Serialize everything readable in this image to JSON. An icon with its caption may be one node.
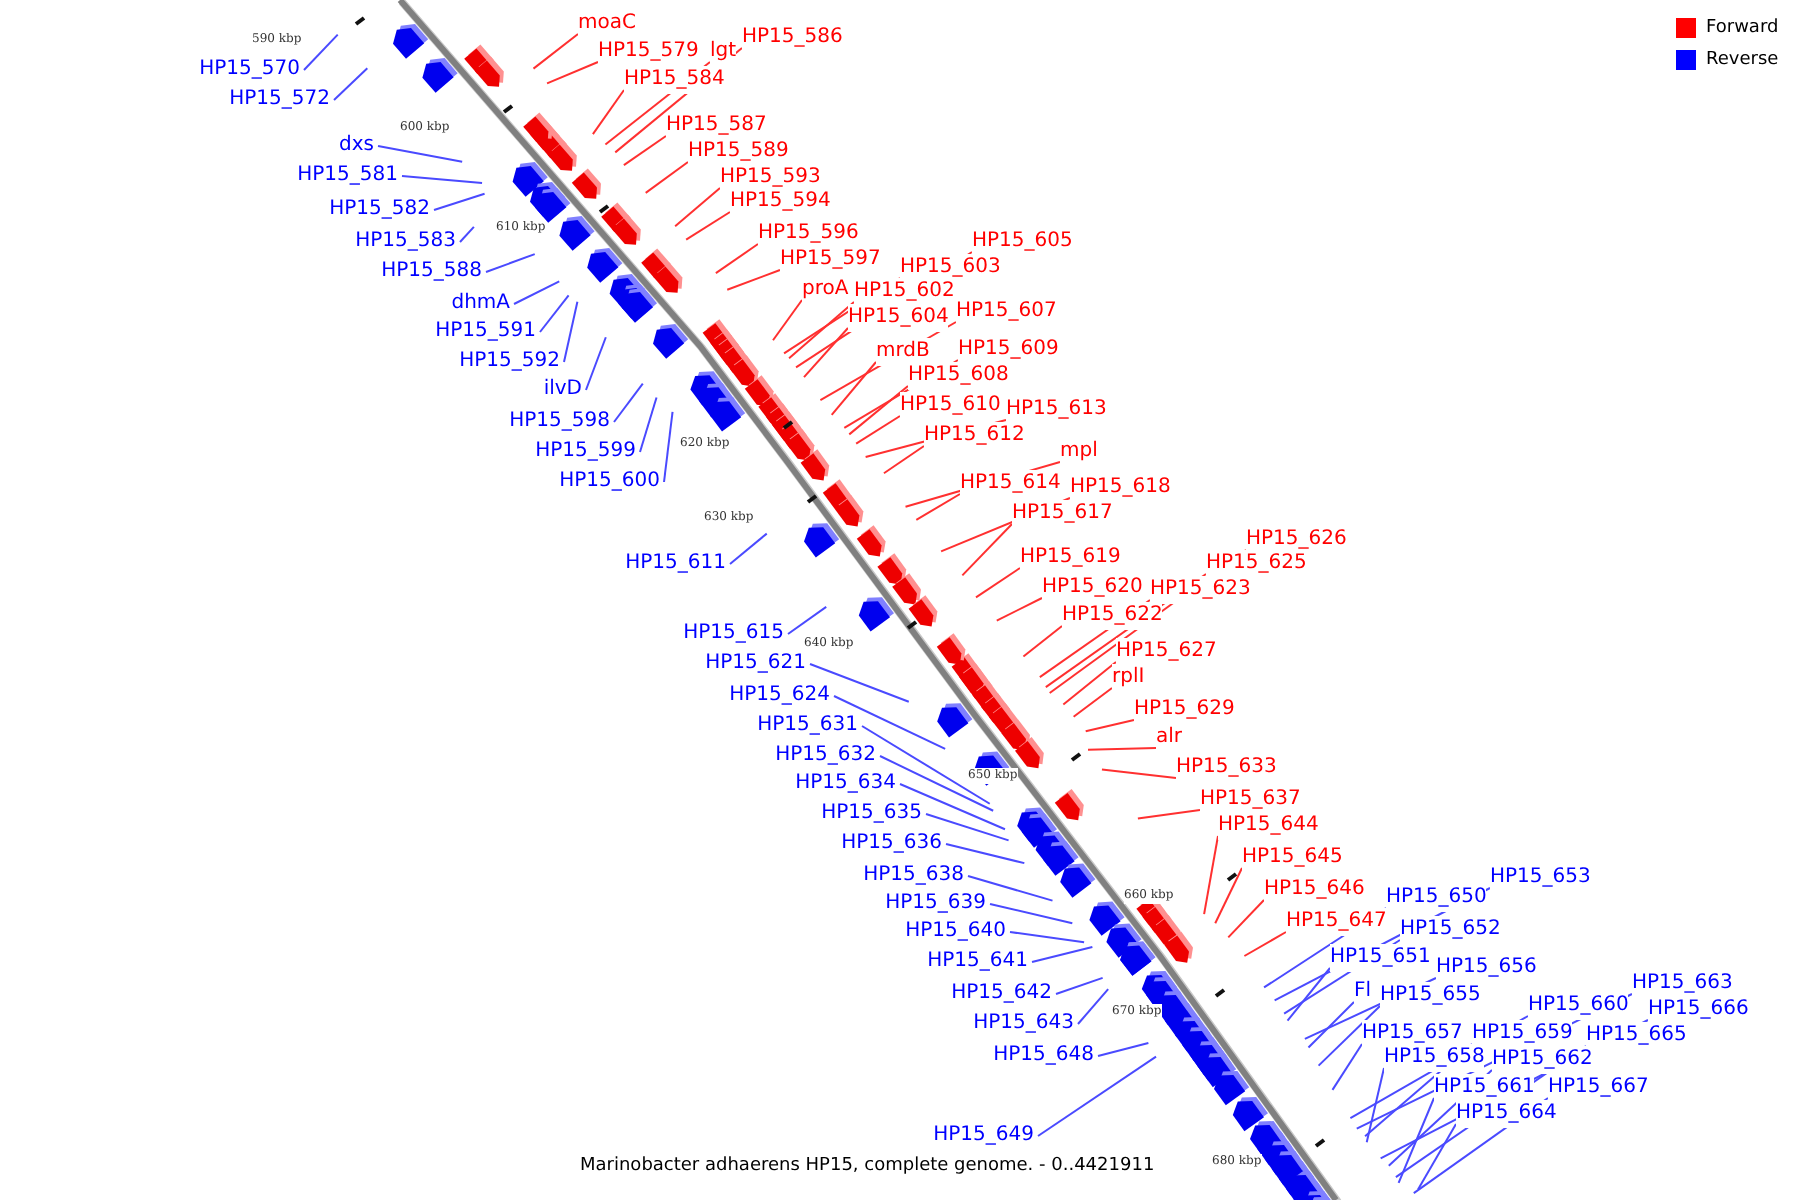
{
  "diagram": {
    "caption": "Marinobacter adhaerens HP15, complete genome. - 0..4421911",
    "nodes": [
      {
        "text": [
          "moaC"
        ]
      },
      {
        "text": [
          "HP15_579"
        ]
      },
      {
        "text": [
          "lgt"
        ]
      },
      {
        "text": [
          "HP15_586"
        ]
      },
      {
        "text": [
          "HP15_584"
        ]
      },
      {
        "text": [
          "HP15_587"
        ]
      },
      {
        "text": [
          "HP15_589"
        ]
      },
      {
        "text": [
          "HP15_593"
        ]
      },
      {
        "text": [
          "HP15_594"
        ]
      },
      {
        "text": [
          "HP15_596"
        ]
      },
      {
        "text": [
          "HP15_597"
        ]
      },
      {
        "text": [
          "proA"
        ]
      },
      {
        "text": [
          "HP15_603"
        ]
      },
      {
        "text": [
          "HP15_602"
        ]
      },
      {
        "text": [
          "HP15_605"
        ]
      },
      {
        "text": [
          "HP15_604"
        ]
      },
      {
        "text": [
          "HP15_607"
        ]
      },
      {
        "text": [
          "mrdB"
        ]
      },
      {
        "text": [
          "HP15_609"
        ]
      },
      {
        "text": [
          "HP15_608"
        ]
      },
      {
        "text": [
          "HP15_610"
        ]
      },
      {
        "text": [
          "HP15_613"
        ]
      },
      {
        "text": [
          "HP15_612"
        ]
      },
      {
        "text": [
          "mpl"
        ]
      },
      {
        "text": [
          "HP15_614"
        ]
      },
      {
        "text": [
          "HP15_618"
        ]
      },
      {
        "text": [
          "HP15_617"
        ]
      },
      {
        "text": [
          "HP15_619"
        ]
      },
      {
        "text": [
          "HP15_620"
        ]
      },
      {
        "text": [
          "HP15_623"
        ]
      },
      {
        "text": [
          "HP15_626"
        ]
      },
      {
        "text": [
          "HP15_625"
        ]
      },
      {
        "text": [
          "HP15_622"
        ]
      },
      {
        "text": [
          "HP15_627"
        ]
      },
      {
        "text": [
          "rplI"
        ]
      },
      {
        "text": [
          "HP15_629"
        ]
      },
      {
        "text": [
          "alr"
        ]
      },
      {
        "text": [
          "HP15_633"
        ]
      },
      {
        "text": [
          "HP15_637"
        ]
      },
      {
        "text": [
          "HP15_644"
        ]
      },
      {
        "text": [
          "HP15_645"
        ]
      },
      {
        "text": [
          "HP15_646"
        ]
      },
      {
        "text": [
          "HP15_647"
        ]
      },
      {
        "text": [
          "HP15_570"
        ]
      },
      {
        "text": [
          "HP15_572"
        ]
      },
      {
        "text": [
          "dxs"
        ]
      },
      {
        "text": [
          "HP15_581"
        ]
      },
      {
        "text": [
          "HP15_582"
        ]
      },
      {
        "text": [
          "HP15_583"
        ]
      },
      {
        "text": [
          "HP15_588"
        ]
      },
      {
        "text": [
          "dhmA"
        ]
      },
      {
        "text": [
          "HP15_591"
        ]
      },
      {
        "text": [
          "HP15_592"
        ]
      },
      {
        "text": [
          "ilvD"
        ]
      },
      {
        "text": [
          "HP15_598"
        ]
      },
      {
        "text": [
          "HP15_599"
        ]
      },
      {
        "text": [
          "HP15_600"
        ]
      },
      {
        "text": [
          "HP15_611"
        ]
      },
      {
        "text": [
          "HP15_615"
        ]
      },
      {
        "text": [
          "HP15_621"
        ]
      },
      {
        "text": [
          "HP15_624"
        ]
      },
      {
        "text": [
          "HP15_631"
        ]
      },
      {
        "text": [
          "HP15_632"
        ]
      },
      {
        "text": [
          "HP15_634"
        ]
      },
      {
        "text": [
          "HP15_635"
        ]
      },
      {
        "text": [
          "HP15_636"
        ]
      },
      {
        "text": [
          "HP15_638"
        ]
      },
      {
        "text": [
          "HP15_639"
        ]
      },
      {
        "text": [
          "HP15_640"
        ]
      },
      {
        "text": [
          "HP15_641"
        ]
      },
      {
        "text": [
          "HP15_642"
        ]
      },
      {
        "text": [
          "HP15_643"
        ]
      },
      {
        "text": [
          "HP15_648"
        ]
      },
      {
        "text": [
          "HP15_649"
        ]
      },
      {
        "text": [
          "HP15_653"
        ]
      },
      {
        "text": [
          "HP15_650"
        ]
      },
      {
        "text": [
          "HP15_652"
        ]
      },
      {
        "text": [
          "HP15_651"
        ]
      },
      {
        "text": [
          "HP15_656"
        ]
      },
      {
        "text": [
          "Fl"
        ]
      },
      {
        "text": [
          "HP15_655"
        ]
      },
      {
        "text": [
          "HP15_663"
        ]
      },
      {
        "text": [
          "HP15_660"
        ]
      },
      {
        "text": [
          "HP15_666"
        ]
      },
      {
        "text": [
          "HP15_659"
        ]
      },
      {
        "text": [
          "HP15_657"
        ]
      },
      {
        "text": [
          "HP15_665"
        ]
      },
      {
        "text": [
          "HP15_662"
        ]
      },
      {
        "text": [
          "HP15_658"
        ]
      },
      {
        "text": [
          "HP15_661"
        ]
      },
      {
        "text": [
          "HP15_667"
        ]
      },
      {
        "text": [
          "HP15_664"
        ]
      }
    ],
    "edges": [
      {
        "from": 0,
        "to": null,
        "arrow": "none",
        "color": "#ff3030"
      },
      {
        "from": 1,
        "to": null,
        "arrow": "none",
        "color": "#ff3030"
      },
      {
        "from": 2,
        "to": null,
        "arrow": "none",
        "color": "#ff3030"
      },
      {
        "from": 3,
        "to": null,
        "arrow": "none",
        "color": "#ff3030"
      },
      {
        "from": 4,
        "to": null,
        "arrow": "none",
        "color": "#ff3030"
      },
      {
        "from": 5,
        "to": null,
        "arrow": "none",
        "color": "#ff3030"
      },
      {
        "from": 6,
        "to": null,
        "arrow": "none",
        "color": "#ff3030"
      },
      {
        "from": 7,
        "to": null,
        "arrow": "none",
        "color": "#ff3030"
      },
      {
        "from": 8,
        "to": null,
        "arrow": "none",
        "color": "#ff3030"
      },
      {
        "from": 9,
        "to": null,
        "arrow": "none",
        "color": "#ff3030"
      },
      {
        "from": 10,
        "to": null,
        "arrow": "none",
        "color": "#ff3030"
      },
      {
        "from": 11,
        "to": null,
        "arrow": "none",
        "color": "#ff3030"
      },
      {
        "from": 12,
        "to": null,
        "arrow": "none",
        "color": "#ff3030"
      },
      {
        "from": 13,
        "to": null,
        "arrow": "none",
        "color": "#ff3030"
      },
      {
        "from": 14,
        "to": null,
        "arrow": "none",
        "color": "#ff3030"
      },
      {
        "from": 15,
        "to": null,
        "arrow": "none",
        "color": "#ff3030"
      },
      {
        "from": 16,
        "to": null,
        "arrow": "none",
        "color": "#ff3030"
      },
      {
        "from": 17,
        "to": null,
        "arrow": "none",
        "color": "#ff3030"
      },
      {
        "from": 18,
        "to": null,
        "arrow": "none",
        "color": "#ff3030"
      },
      {
        "from": 19,
        "to": null,
        "arrow": "none",
        "color": "#ff3030"
      },
      {
        "from": 20,
        "to": null,
        "arrow": "none",
        "color": "#ff3030"
      },
      {
        "from": 21,
        "to": null,
        "arrow": "none",
        "color": "#ff3030"
      },
      {
        "from": 22,
        "to": null,
        "arrow": "none",
        "color": "#ff3030"
      },
      {
        "from": 23,
        "to": null,
        "arrow": "none",
        "color": "#ff3030"
      },
      {
        "from": 24,
        "to": null,
        "arrow": "none",
        "color": "#ff3030"
      },
      {
        "from": 25,
        "to": null,
        "arrow": "none",
        "color": "#ff3030"
      },
      {
        "from": 26,
        "to": null,
        "arrow": "none",
        "color": "#ff3030"
      },
      {
        "from": 27,
        "to": null,
        "arrow": "none",
        "color": "#ff3030"
      },
      {
        "from": 28,
        "to": null,
        "arrow": "none",
        "color": "#ff3030"
      },
      {
        "from": 29,
        "to": null,
        "arrow": "none",
        "color": "#ff3030"
      },
      {
        "from": 30,
        "to": null,
        "arrow": "none",
        "color": "#ff3030"
      },
      {
        "from": 31,
        "to": null,
        "arrow": "none",
        "color": "#ff3030"
      },
      {
        "from": 32,
        "to": null,
        "arrow": "none",
        "color": "#ff3030"
      },
      {
        "from": 33,
        "to": null,
        "arrow": "none",
        "color": "#ff3030"
      },
      {
        "from": 34,
        "to": null,
        "arrow": "none",
        "color": "#ff3030"
      },
      {
        "from": 35,
        "to": null,
        "arrow": "none",
        "color": "#ff3030"
      },
      {
        "from": 36,
        "to": null,
        "arrow": "none",
        "color": "#ff3030"
      },
      {
        "from": 37,
        "to": null,
        "arrow": "none",
        "color": "#ff3030"
      },
      {
        "from": 38,
        "to": null,
        "arrow": "none",
        "color": "#ff3030"
      },
      {
        "from": 39,
        "to": null,
        "arrow": "none",
        "color": "#ff3030"
      },
      {
        "from": 40,
        "to": null,
        "arrow": "none",
        "color": "#ff3030"
      },
      {
        "from": 41,
        "to": null,
        "arrow": "none",
        "color": "#ff3030"
      },
      {
        "from": 42,
        "to": null,
        "arrow": "none",
        "color": "#ff3030"
      },
      {
        "from": 43,
        "to": null,
        "arrow": "none"
      },
      {
        "from": 44,
        "to": null,
        "arrow": "none"
      },
      {
        "from": 45,
        "to": null,
        "arrow": "none"
      },
      {
        "from": 46,
        "to": null,
        "arrow": "none"
      },
      {
        "from": 47,
        "to": null,
        "arrow": "none"
      },
      {
        "from": 48,
        "to": null,
        "arrow": "none"
      },
      {
        "from": 49,
        "to": null,
        "arrow": "none"
      },
      {
        "from": 50,
        "to": null,
        "arrow": "none"
      },
      {
        "from": 51,
        "to": null,
        "arrow": "none"
      },
      {
        "from": 52,
        "to": null,
        "arrow": "none"
      },
      {
        "from": 53,
        "to": null,
        "arrow": "none"
      },
      {
        "from": 54,
        "to": null,
        "arrow": "none"
      },
      {
        "from": 55,
        "to": null,
        "arrow": "none"
      },
      {
        "from": 56,
        "to": null,
        "arrow": "none"
      },
      {
        "from": 57,
        "to": null,
        "arrow": "none"
      },
      {
        "from": 58,
        "to": null,
        "arrow": "none"
      },
      {
        "from": 59,
        "to": null,
        "arrow": "none"
      },
      {
        "from": 60,
        "to": null,
        "arrow": "none"
      },
      {
        "from": 61,
        "to": null,
        "arrow": "none"
      },
      {
        "from": 62,
        "to": null,
        "arrow": "none"
      },
      {
        "from": 63,
        "to": null,
        "arrow": "none"
      },
      {
        "from": 64,
        "to": null,
        "arrow": "none"
      },
      {
        "from": 65,
        "to": null,
        "arrow": "none"
      },
      {
        "from": 66,
        "to": null,
        "arrow": "none"
      },
      {
        "from": 67,
        "to": null,
        "arrow": "none"
      },
      {
        "from": 68,
        "to": null,
        "arrow": "none"
      },
      {
        "from": 69,
        "to": null,
        "arrow": "none"
      },
      {
        "from": 70,
        "to": null,
        "arrow": "none"
      },
      {
        "from": 71,
        "to": null,
        "arrow": "none"
      },
      {
        "from": 72,
        "to": null,
        "arrow": "none"
      },
      {
        "from": 73,
        "to": null,
        "arrow": "none"
      },
      {
        "from": 74,
        "to": null,
        "arrow": "none"
      },
      {
        "from": 75,
        "to": null,
        "arrow": "none"
      },
      {
        "from": 76,
        "to": null,
        "arrow": "none"
      },
      {
        "from": 77,
        "to": null,
        "arrow": "none"
      },
      {
        "from": 78,
        "to": null,
        "arrow": "none"
      },
      {
        "from": 79,
        "to": null,
        "arrow": "none"
      },
      {
        "from": 80,
        "to": null,
        "arrow": "none"
      },
      {
        "from": 81,
        "to": null,
        "arrow": "none"
      },
      {
        "from": 82,
        "to": null,
        "arrow": "none"
      },
      {
        "from": 83,
        "to": null,
        "arrow": "none"
      },
      {
        "from": 84,
        "to": null,
        "arrow": "none"
      },
      {
        "from": 85,
        "to": null,
        "arrow": "none"
      },
      {
        "from": 86,
        "to": null,
        "arrow": "none"
      },
      {
        "from": 87,
        "to": null,
        "arrow": "none"
      },
      {
        "from": 88,
        "to": null,
        "arrow": "none"
      },
      {
        "from": 89,
        "to": null,
        "arrow": "none"
      },
      {
        "from": 90,
        "to": null,
        "arrow": "none"
      },
      {
        "from": 91,
        "to": null,
        "arrow": "none"
      }
    ],
    "labels": [
      "590 kbp",
      "600 kbp",
      "610 kbp",
      "620 kbp",
      "630 kbp",
      "640 kbp",
      "650 kbp",
      "660 kbp",
      "670 kbp",
      "680 kbp"
    ],
    "legend": [
      {
        "text": "Forward",
        "color": "#ff0000"
      },
      {
        "text": "Reverse",
        "color": "#0000ff"
      }
    ]
  }
}
